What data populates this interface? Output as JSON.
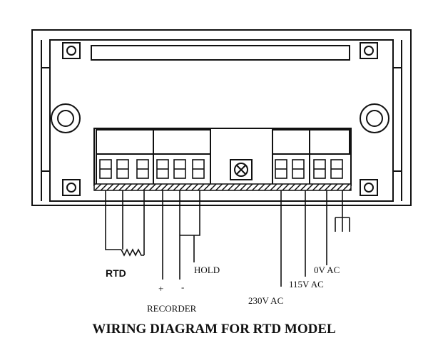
{
  "title": "WIRING DIAGRAM FOR RTD MODEL",
  "labels": {
    "rtd": "RTD",
    "hold": "HOLD",
    "plus": "+",
    "minus": "-",
    "recorder": "RECORDER",
    "v0_ac": "0V AC",
    "v115_ac": "115V AC",
    "v230_ac": "230V AC"
  },
  "colors": {
    "ink": "#111111",
    "paper": "#ffffff"
  }
}
